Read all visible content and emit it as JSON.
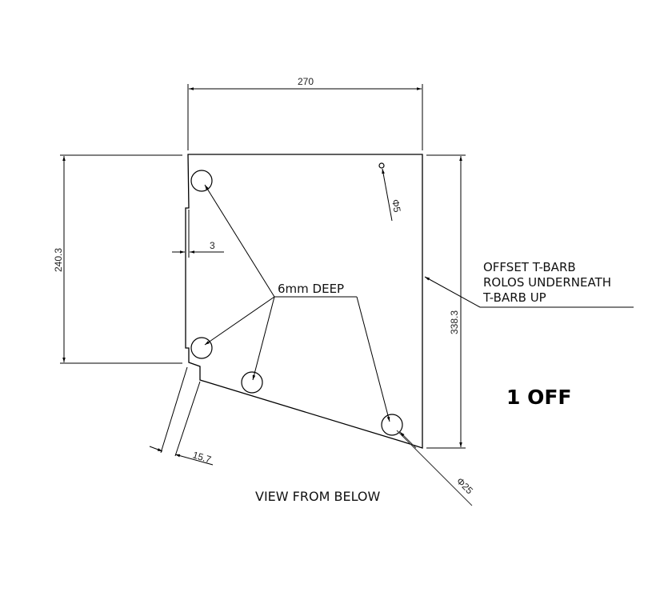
{
  "drawing": {
    "dimensions": {
      "top_width": "270",
      "left_height": "240.3",
      "right_height": "338.3",
      "notch_depth": "3",
      "notch_width": "15.7",
      "small_hole_dia": "Φ5",
      "large_hole_dia": "Φ25"
    },
    "callouts": {
      "depth_note": "6mm DEEP",
      "tbarb_note": [
        "OFFSET T-BARB",
        "ROLOS UNDERNEATH",
        "T-BARB UP"
      ]
    },
    "quantity": "1 OFF",
    "view_label": "VIEW FROM BELOW",
    "colors": {
      "line": "#000000",
      "thin_line": "#333333",
      "background": "#ffffff"
    }
  }
}
